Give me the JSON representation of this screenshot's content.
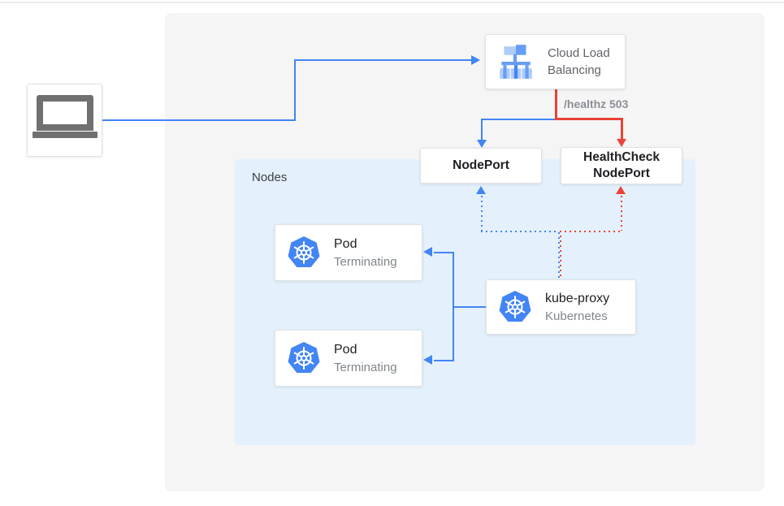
{
  "diagram": {
    "client": {
      "icon": "laptop-icon"
    },
    "cloud_load_balancing": {
      "icon": "load-balancer-icon",
      "title_line1": "Cloud Load",
      "title_line2": "Balancing"
    },
    "healthz_label": "/healthz 503",
    "nodeport_label": "NodePort",
    "healthcheck_nodeport": {
      "label_line1": "HealthCheck",
      "label_line2": "NodePort"
    },
    "nodes_group_label": "Nodes",
    "pods": [
      {
        "icon": "kubernetes-icon",
        "title": "Pod",
        "subtitle": "Terminating"
      },
      {
        "icon": "kubernetes-icon",
        "title": "Pod",
        "subtitle": "Terminating"
      }
    ],
    "kube_proxy": {
      "icon": "kubernetes-icon",
      "title": "kube-proxy",
      "subtitle": "Kubernetes"
    },
    "edges": [
      {
        "from": "client",
        "to": "cloud-load-balancing",
        "style": "solid",
        "color": "#4285f4"
      },
      {
        "from": "cloud-load-balancing",
        "to": "nodeport",
        "style": "solid",
        "color": "#4285f4"
      },
      {
        "from": "cloud-load-balancing",
        "to": "healthcheck-nodeport",
        "style": "solid",
        "color": "#ea4335",
        "label": "/healthz 503"
      },
      {
        "from": "kube-proxy",
        "to": "nodeport",
        "style": "dotted",
        "color": "#4285f4"
      },
      {
        "from": "kube-proxy",
        "to": "healthcheck-nodeport",
        "style": "dotted",
        "color": "#ea4335"
      },
      {
        "from": "kube-proxy",
        "to": "pod-1",
        "style": "solid",
        "color": "#4285f4"
      },
      {
        "from": "kube-proxy",
        "to": "pod-2",
        "style": "solid",
        "color": "#4285f4"
      }
    ],
    "colors": {
      "blue": "#4285f4",
      "red": "#ea4335",
      "panel_bg": "#f5f5f6",
      "nodes_bg": "#e4f1fc",
      "box_border": "#e0e2e6",
      "text_dark": "#212121",
      "text_gray": "#80868b",
      "lb_text_gray": "#5f6368",
      "laptop_gray": "#707070"
    }
  }
}
